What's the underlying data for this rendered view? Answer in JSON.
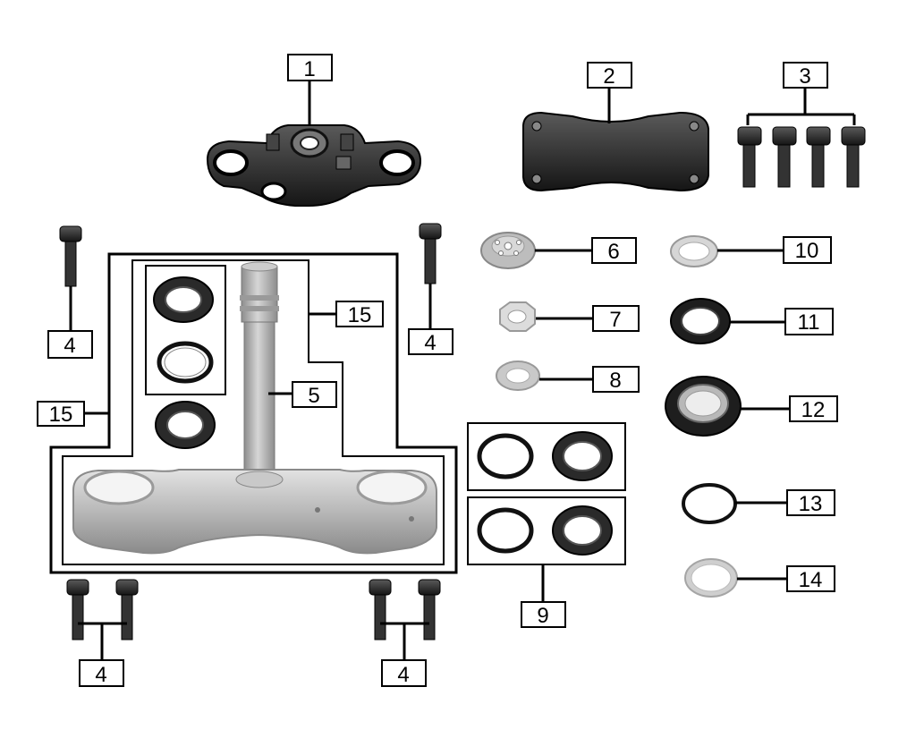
{
  "callouts": {
    "c1": "1",
    "c2": "2",
    "c3": "3",
    "c4a": "4",
    "c4b": "4",
    "c4c": "4",
    "c4d": "4",
    "c5": "5",
    "c6": "6",
    "c7": "7",
    "c8": "8",
    "c9": "9",
    "c10": "10",
    "c11": "11",
    "c12": "12",
    "c13": "13",
    "c14": "14",
    "c15a": "15",
    "c15b": "15"
  },
  "colors": {
    "line": "#000000",
    "dark_part": "#1e1e1e",
    "silver_part": "#b5b5b5",
    "background": "#ffffff"
  }
}
